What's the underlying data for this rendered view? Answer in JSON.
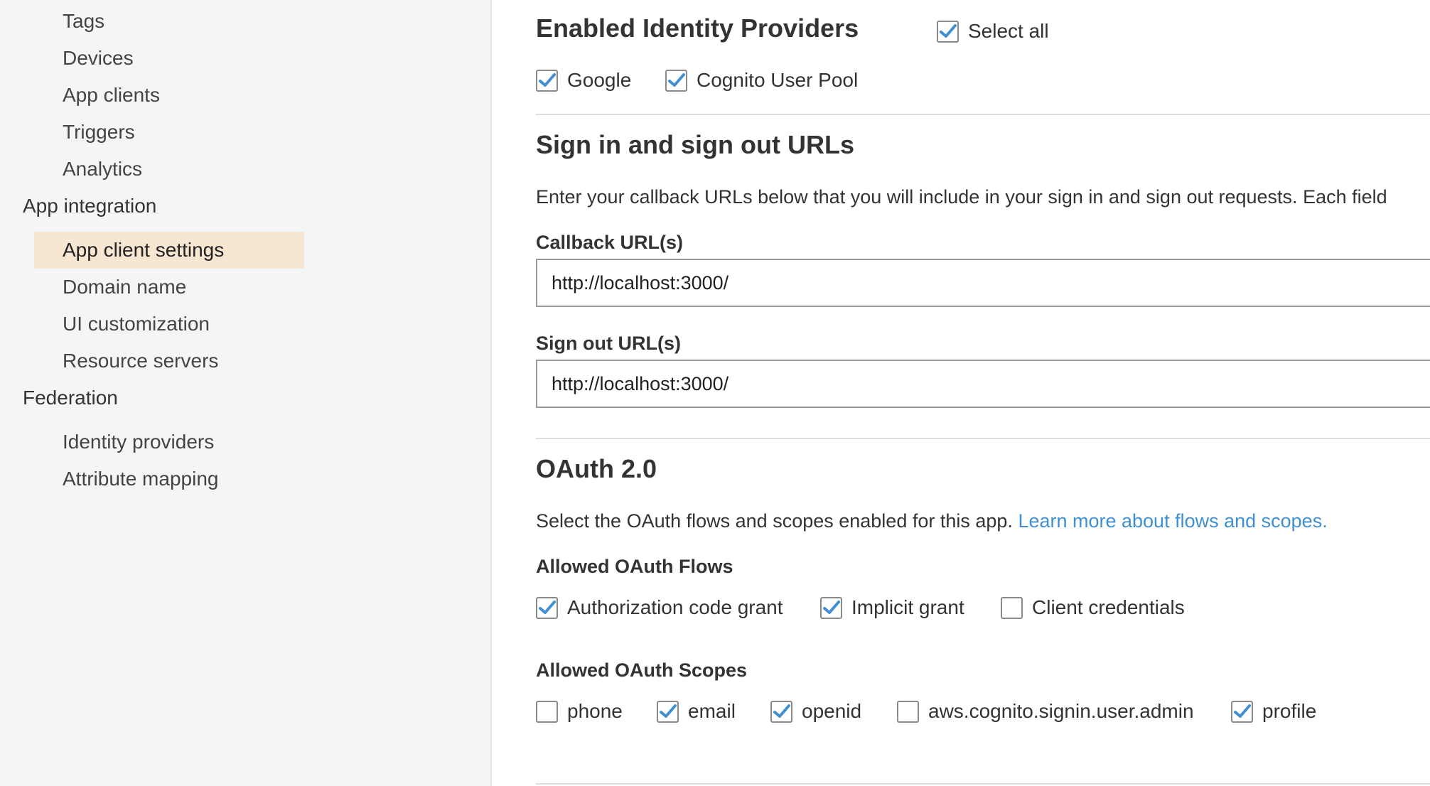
{
  "sidebar": {
    "items": [
      {
        "label": "Tags"
      },
      {
        "label": "Devices"
      },
      {
        "label": "App clients"
      },
      {
        "label": "Triggers"
      },
      {
        "label": "Analytics"
      }
    ],
    "app_integration": {
      "heading": "App integration",
      "items": [
        {
          "label": "App client settings"
        },
        {
          "label": "Domain name"
        },
        {
          "label": "UI customization"
        },
        {
          "label": "Resource servers"
        }
      ]
    },
    "federation": {
      "heading": "Federation",
      "items": [
        {
          "label": "Identity providers"
        },
        {
          "label": "Attribute mapping"
        }
      ]
    }
  },
  "identity_providers": {
    "title": "Enabled Identity Providers",
    "select_all": {
      "label": "Select all",
      "checked": true
    },
    "providers": [
      {
        "label": "Google",
        "checked": true
      },
      {
        "label": "Cognito User Pool",
        "checked": true
      }
    ]
  },
  "urls": {
    "title": "Sign in and sign out URLs",
    "description": "Enter your callback URLs below that you will include in your sign in and sign out requests. Each field",
    "callback_label": "Callback URL(s)",
    "callback_value": "http://localhost:3000/",
    "signout_label": "Sign out URL(s)",
    "signout_value": "http://localhost:3000/"
  },
  "oauth": {
    "title": "OAuth 2.0",
    "description": "Select the OAuth flows and scopes enabled for this app.",
    "learn_more": "Learn more about flows and scopes.",
    "flows_label": "Allowed OAuth Flows",
    "flows": [
      {
        "label": "Authorization code grant",
        "checked": true
      },
      {
        "label": "Implicit grant",
        "checked": true
      },
      {
        "label": "Client credentials",
        "checked": false
      }
    ],
    "scopes_label": "Allowed OAuth Scopes",
    "scopes": [
      {
        "label": "phone",
        "checked": false
      },
      {
        "label": "email",
        "checked": true
      },
      {
        "label": "openid",
        "checked": true
      },
      {
        "label": "aws.cognito.signin.user.admin",
        "checked": false
      },
      {
        "label": "profile",
        "checked": true
      }
    ]
  },
  "colors": {
    "accent": "#3f8fd2",
    "active_nav_bg": "#f7e6d1",
    "sidebar_bg": "#f4f6f5"
  },
  "icons": {
    "check": "checkmark-icon"
  }
}
